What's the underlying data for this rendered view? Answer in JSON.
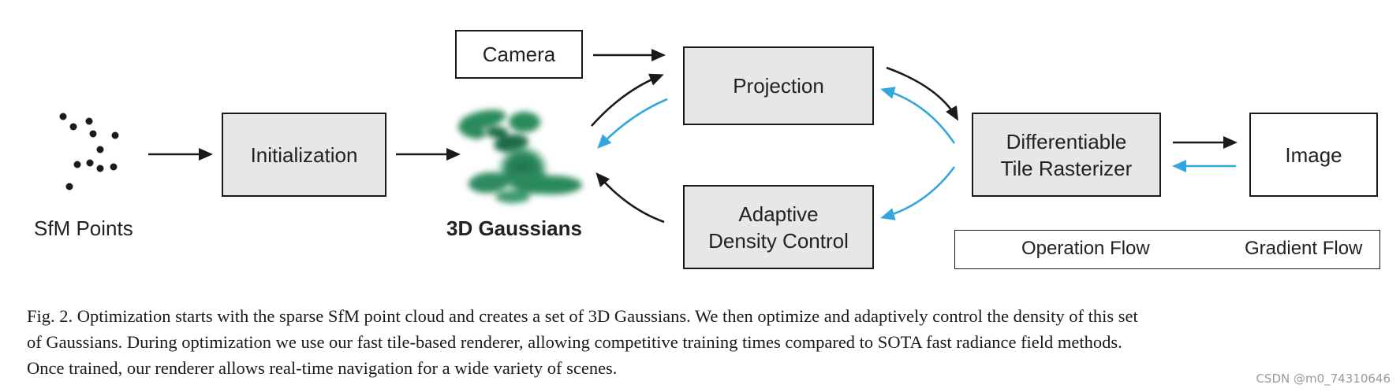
{
  "nodes": {
    "sfm_points": "SfM Points",
    "initialization": "Initialization",
    "gaussians": "3D Gaussians",
    "camera": "Camera",
    "projection": "Projection",
    "adaptive_line1": "Adaptive",
    "adaptive_line2": "Density Control",
    "rasterizer_line1": "Differentiable",
    "rasterizer_line2": "Tile Rasterizer",
    "image": "Image"
  },
  "legend": {
    "operation": "Operation Flow",
    "gradient": "Gradient Flow"
  },
  "colors": {
    "operation_flow": "#1a1a1a",
    "gradient_flow": "#33a6e0",
    "box_fill": "#e6e8e8",
    "gaussian_green": "#1f7a52"
  },
  "caption": {
    "line1": "Fig. 2.  Optimization starts with the sparse SfM point cloud and creates a set of 3D Gaussians. We then optimize and adaptively control the density of this set",
    "line2": "of Gaussians. During optimization we use our fast tile-based renderer, allowing competitive training times compared to SOTA fast radiance field methods.",
    "line3": "Once trained, our renderer allows real-time navigation for a wide variety of scenes."
  },
  "watermark": "CSDN @m0_74310646"
}
